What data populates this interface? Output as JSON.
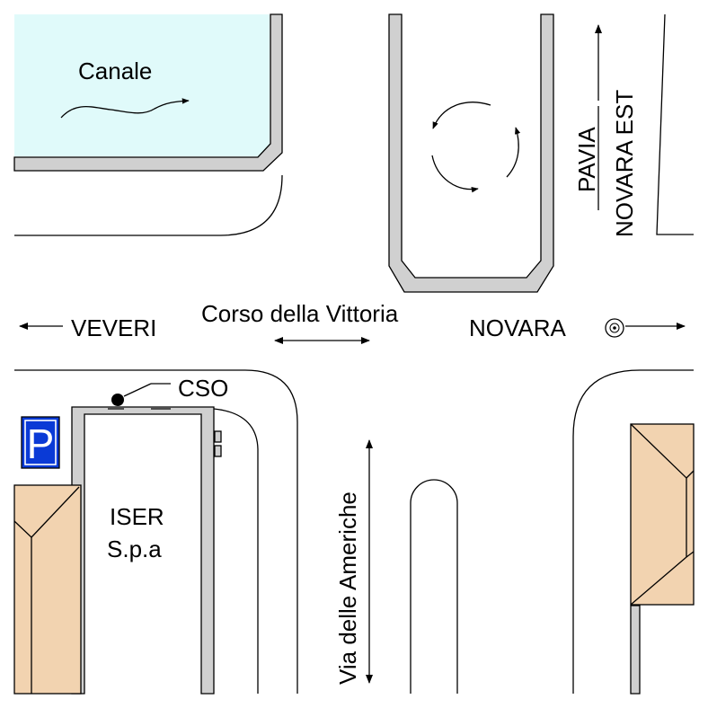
{
  "labels": {
    "canal": "Canale",
    "main_street": "Corso della Vittoria",
    "west_destination": "VEVERI",
    "east_destination": "NOVARA",
    "north_destination_1": "PAVIA",
    "north_destination_2": "NOVARA EST",
    "side_street": "Via delle Americhe",
    "company_line_1": "ISER",
    "company_line_2": "S.p.a",
    "cso_point": "CSO",
    "parking": "P"
  },
  "colors": {
    "water": "#e0fafa",
    "roof": "#f2d3b0",
    "wall": "#d0d0d0",
    "parking_sign": "#0a3ad6"
  },
  "icons": {
    "roundabout": "roundabout-icon",
    "parking": "parking-icon",
    "target": "target-icon",
    "cso": "cso-point-icon"
  }
}
